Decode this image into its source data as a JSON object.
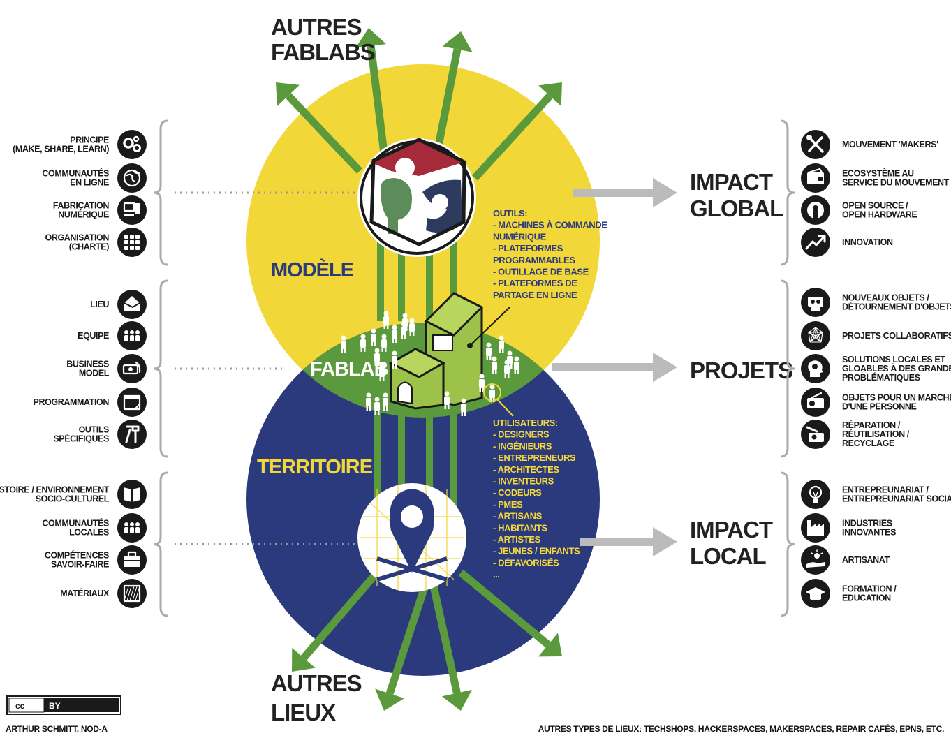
{
  "header": {
    "top_line1": "AUTRES",
    "top_line2": "FABLABS",
    "bottom_line1": "AUTRES",
    "bottom_line2": "LIEUX"
  },
  "zones": {
    "modele": "MODÈLE",
    "fablab": "FABLAB",
    "territoire": "TERRITOIRE"
  },
  "outcomes": {
    "global_line1": "IMPACT",
    "global_line2": "GLOBAL",
    "projets": "PROJETS",
    "local_line1": "IMPACT",
    "local_line2": "LOCAL"
  },
  "outils": {
    "lines": [
      "OUTILS:",
      "- MACHINES À COMMANDE",
      "NUMÉRIQUE",
      "- PLATEFORMES",
      "PROGRAMMABLES",
      "- OUTILLAGE DE BASE",
      "- PLATEFORMES DE",
      "PARTAGE EN LIGNE"
    ]
  },
  "utilisateurs": {
    "lines": [
      "UTILISATEURS:",
      "- DESIGNERS",
      "- INGÉNIEURS",
      "- ENTREPRENEURS",
      "- ARCHITECTES",
      "- INVENTEURS",
      "- CODEURS",
      "- PMES",
      "- ARTISANS",
      "- HABITANTS",
      "- ARTISTES",
      "- JEUNES / ENFANTS",
      "- DÉFAVORISÉS",
      "..."
    ]
  },
  "left_groups": [
    {
      "items": [
        {
          "lines": [
            "PRINCIPE",
            "(MAKE, SHARE, LEARN)"
          ],
          "icon": "gears-icon"
        },
        {
          "lines": [
            "COMMUNAUTÉS",
            "EN LIGNE"
          ],
          "icon": "globe-icon"
        },
        {
          "lines": [
            "FABRICATION",
            "NUMÉRIQUE"
          ],
          "icon": "computer-icon"
        },
        {
          "lines": [
            "ORGANISATION",
            "(CHARTE)"
          ],
          "icon": "grid-icon"
        }
      ]
    },
    {
      "items": [
        {
          "lines": [
            "LIEU"
          ],
          "icon": "house-icon"
        },
        {
          "lines": [
            "EQUIPE"
          ],
          "icon": "team-icon"
        },
        {
          "lines": [
            "BUSINESS",
            "MODEL"
          ],
          "icon": "money-icon"
        },
        {
          "lines": [
            "PROGRAMMATION"
          ],
          "icon": "calendar-icon"
        },
        {
          "lines": [
            "OUTILS",
            "SPÉCIFIQUES"
          ],
          "icon": "tools-icon"
        }
      ]
    },
    {
      "items": [
        {
          "lines": [
            "HISTOIRE / ENVIRONNEMENT",
            "SOCIO-CULTUREL"
          ],
          "icon": "book-icon"
        },
        {
          "lines": [
            "COMMUNAUTÉS",
            "LOCALES"
          ],
          "icon": "people-icon"
        },
        {
          "lines": [
            "COMPÉTENCES",
            "SAVOIR-FAIRE"
          ],
          "icon": "toolbox-icon"
        },
        {
          "lines": [
            "MATÉRIAUX"
          ],
          "icon": "material-icon"
        }
      ]
    }
  ],
  "right_groups": [
    {
      "items": [
        {
          "lines": [
            "MOUVEMENT 'MAKERS'"
          ],
          "icon": "wrench-icon"
        },
        {
          "lines": [
            "ECOSYSTÈME AU",
            "SERVICE DU MOUVEMENT"
          ],
          "icon": "wallet-icon"
        },
        {
          "lines": [
            "OPEN SOURCE /",
            "OPEN HARDWARE"
          ],
          "icon": "keyhole-icon"
        },
        {
          "lines": [
            "INNOVATION"
          ],
          "icon": "trend-icon"
        }
      ]
    },
    {
      "items": [
        {
          "lines": [
            "NOUVEAUX OBJETS /",
            "DÉTOURNEMENT D'OBJETS"
          ],
          "icon": "robot-icon"
        },
        {
          "lines": [
            "PROJETS COLLABORATIFS"
          ],
          "icon": "network-icon"
        },
        {
          "lines": [
            "SOLUTIONS LOCALES ET",
            "GLOABLES À DES GRANDES",
            "PROBLÉMATIQUES"
          ],
          "icon": "head-gear-icon"
        },
        {
          "lines": [
            "OBJETS POUR UN MARCHÉ",
            "D'UNE PERSONNE"
          ],
          "icon": "radio-icon"
        },
        {
          "lines": [
            "RÉPARATION /",
            "RÉUTILISATION /",
            "RECYCLAGE"
          ],
          "icon": "repair-icon"
        }
      ]
    },
    {
      "items": [
        {
          "lines": [
            "ENTREPREUNARIAT /",
            "ENTREPREUNARIAT SOCIAL"
          ],
          "icon": "lightbulb-icon"
        },
        {
          "lines": [
            "INDUSTRIES",
            "INNOVANTES"
          ],
          "icon": "factory-icon"
        },
        {
          "lines": [
            "ARTISANAT"
          ],
          "icon": "hand-icon"
        },
        {
          "lines": [
            "FORMATION /",
            "EDUCATION"
          ],
          "icon": "graduation-cap-icon"
        }
      ]
    }
  ],
  "footer": {
    "license": "BY",
    "cc": "cc",
    "author": "ARTHUR SCHMITT, NOD-A",
    "note": "AUTRES TYPES DE LIEUX: TECHSHOPS, HACKERSPACES, MAKERSPACES, REPAIR CAFÉS, EPNS, ETC."
  },
  "colors": {
    "yellow": "#f2d738",
    "blue": "#2b3a7c",
    "green": "#5a9a3c",
    "gray": "#bbbbbb",
    "dark": "#1a1a1a"
  }
}
